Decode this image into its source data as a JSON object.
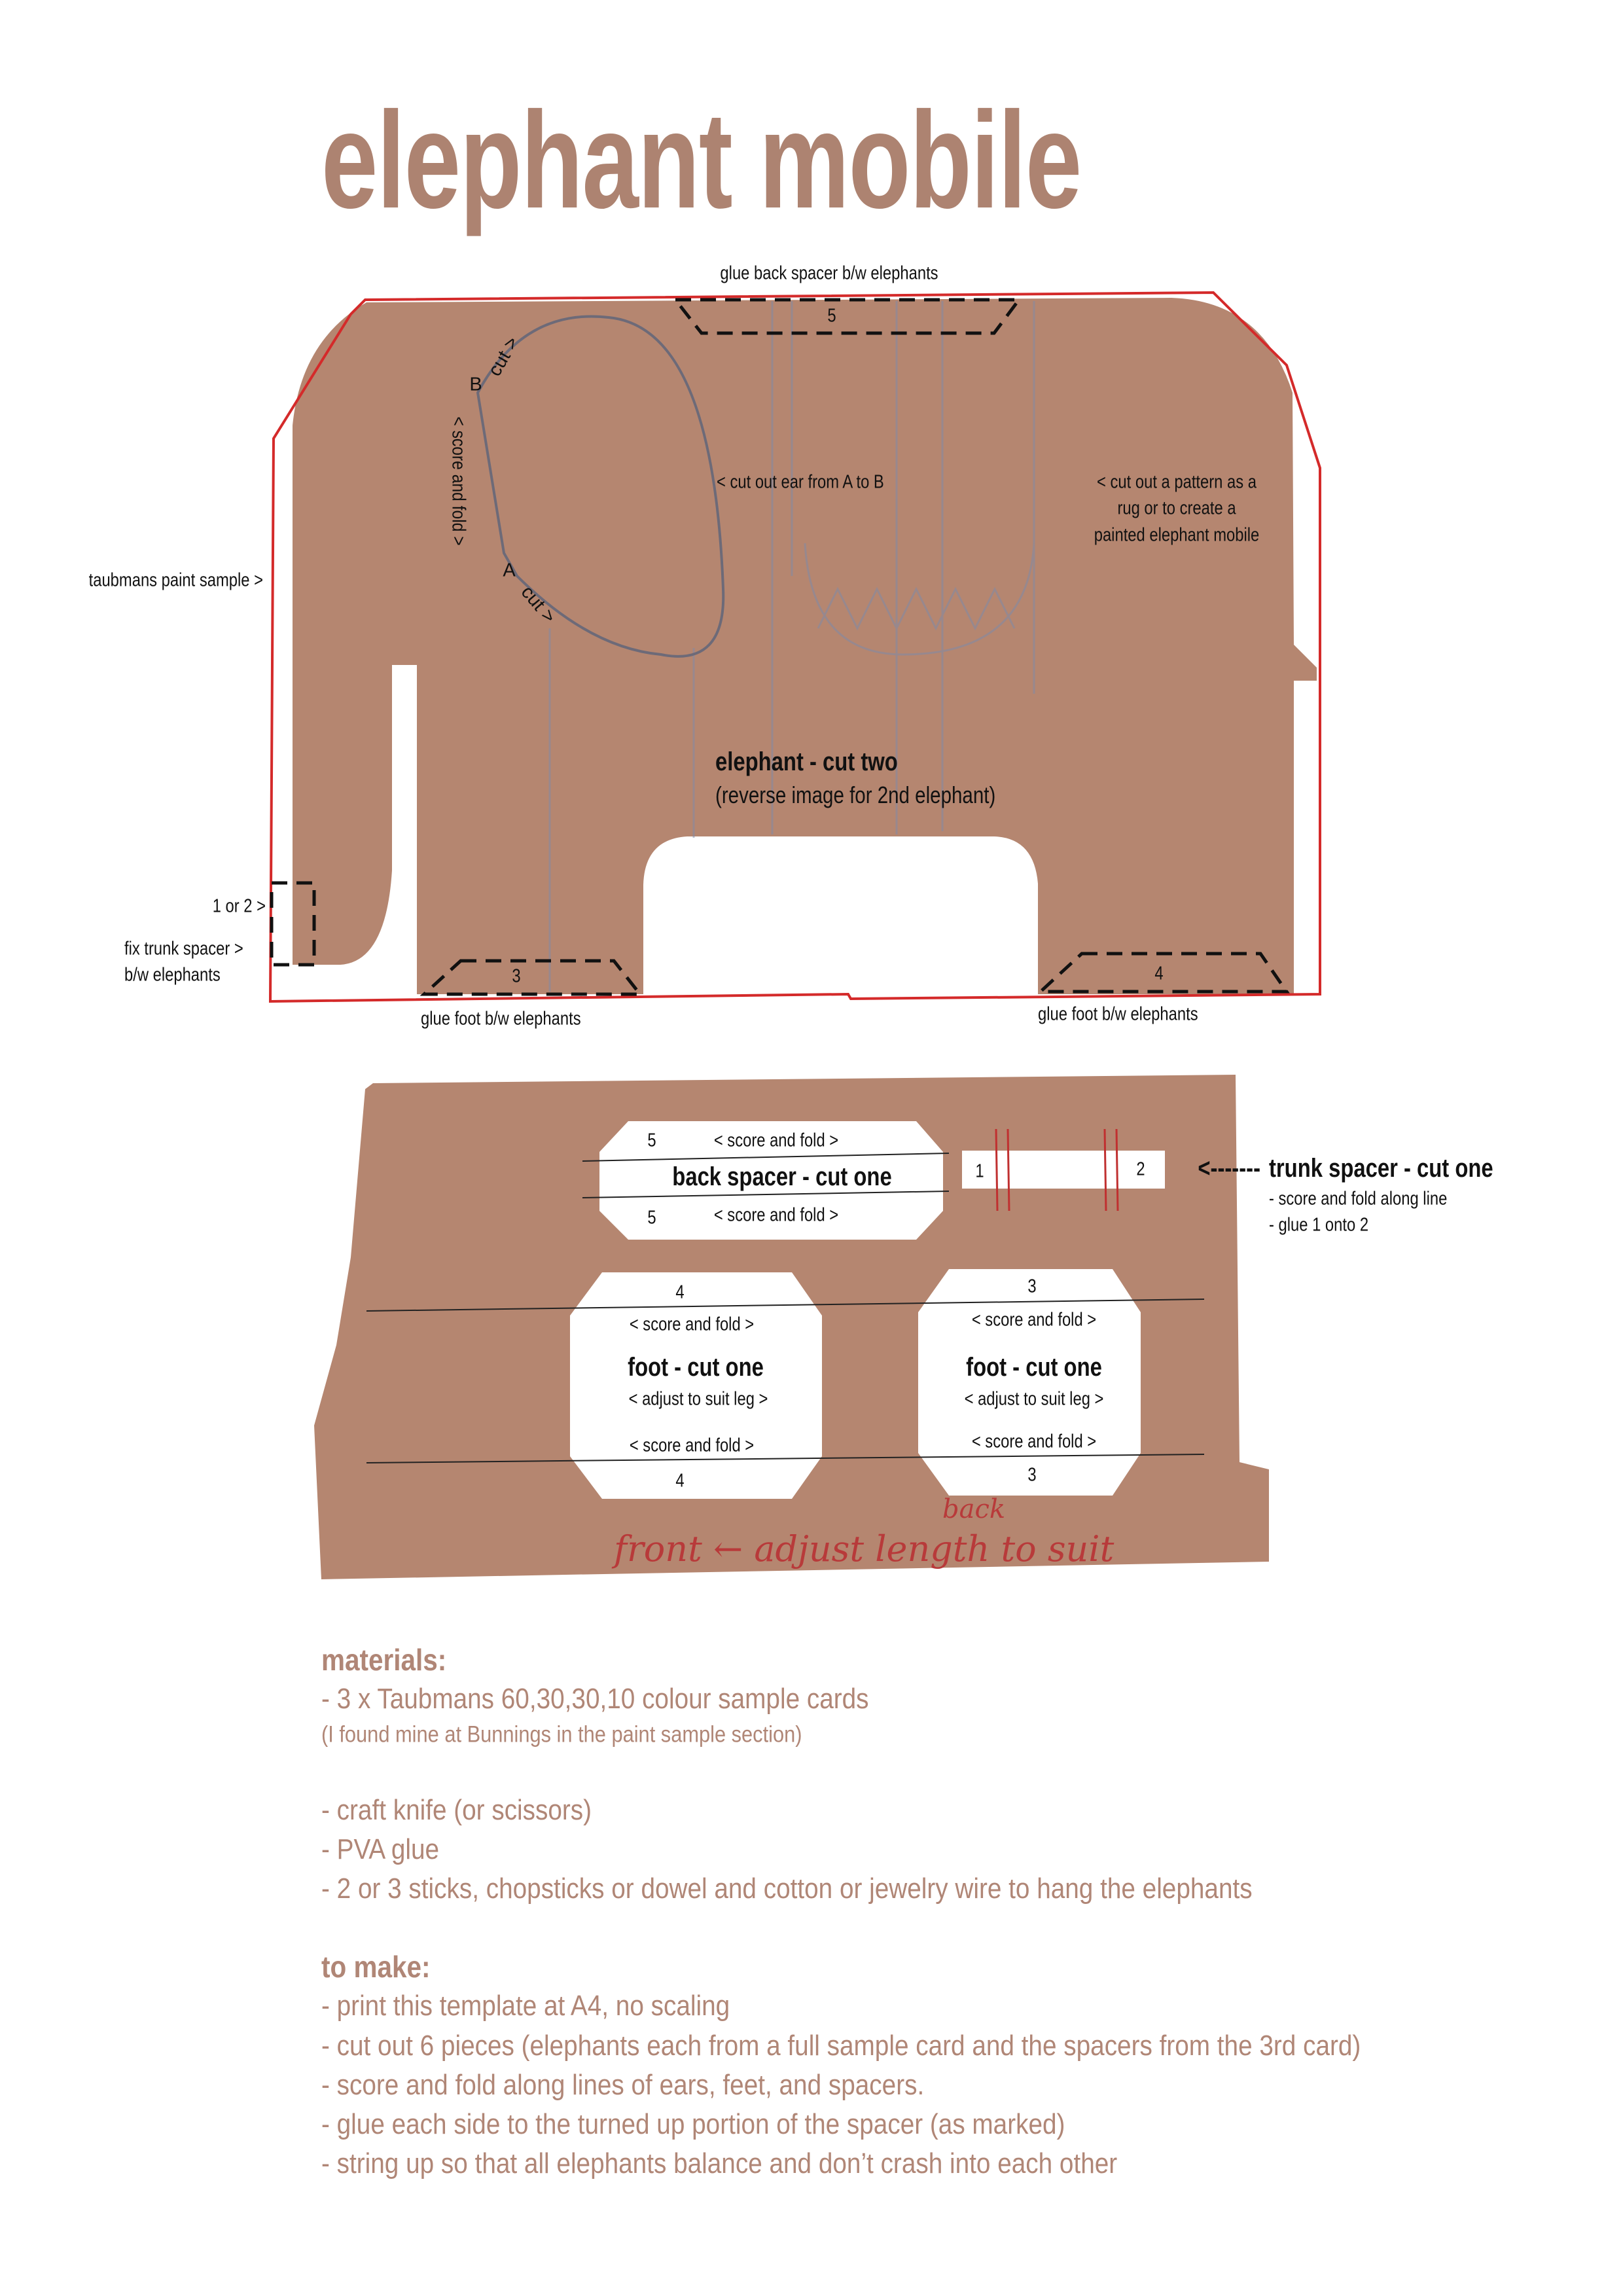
{
  "title": "elephant mobile",
  "colors": {
    "card": "#b58670",
    "accent_text": "#ad8371",
    "outline": "#d42a2a"
  },
  "elephant": {
    "top_label": "glue back spacer b/w elephants",
    "spacer_num_top": "5",
    "ear_instruction": "< cut out ear from A to B",
    "pattern_lines": [
      "< cut out a pattern as a",
      "rug or to create a",
      "painted elephant mobile"
    ],
    "paint_sample_label": "taubmans paint sample >",
    "main_label": "elephant - cut two",
    "sub_label": "(reverse image for 2nd elephant)",
    "trunk_choice": "1 or 2 >",
    "trunk_spacer_lines": [
      "fix trunk spacer >",
      "b/w elephants"
    ],
    "foot_num_left": "3",
    "foot_num_right": "4",
    "foot_label_left": "glue foot b/w elephants",
    "foot_label_right": "glue foot b/w elephants",
    "ear_cut_top": "cut >",
    "ear_cut_bottom": "cut >",
    "ear_point_b": "B",
    "ear_point_a": "A",
    "ear_fold": "< score and fold >"
  },
  "spacers": {
    "back": {
      "num_top": "5",
      "num_bottom": "5",
      "fold_top": "< score and fold >",
      "fold_bottom": "< score and fold >",
      "label": "back spacer - cut one"
    },
    "trunk": {
      "num_left": "1",
      "num_right": "2",
      "arrow": "<-------",
      "label": "trunk spacer - cut one",
      "notes": [
        "- score and fold along line",
        "- glue 1 onto 2"
      ]
    },
    "foot_left": {
      "num_top": "4",
      "num_bottom": "4",
      "fold_top": "< score and fold >",
      "label": "foot - cut one",
      "adjust": "< adjust to suit leg >",
      "fold_bottom": "< score and fold >"
    },
    "foot_right": {
      "num_top": "3",
      "num_bottom": "3",
      "fold_top": "< score and fold >",
      "label": "foot - cut one",
      "adjust": "< adjust to suit leg >",
      "fold_bottom": "< score and fold >"
    },
    "handwritten": "front ← adjust length to suit",
    "handwritten_above": "back"
  },
  "materials": {
    "heading": "materials:",
    "item1": "- 3 x Taubmans 60,30,30,10 colour sample cards",
    "item1_note": "(I found mine at Bunnings in the paint sample section)",
    "items": [
      "- craft knife (or scissors)",
      "- PVA glue",
      "- 2 or 3 sticks, chopsticks or dowel and cotton or jewelry wire to hang the elephants"
    ]
  },
  "to_make": {
    "heading": "to make:",
    "steps": [
      "- print this template at A4, no scaling",
      "- cut out 6 pieces (elephants each from a full sample card and the spacers from the 3rd card)",
      "- score and fold along lines of ears, feet, and spacers.",
      "- glue each side to the turned up portion of the spacer (as marked)",
      "- string up so that all elephants balance and don’t crash into each other"
    ]
  }
}
